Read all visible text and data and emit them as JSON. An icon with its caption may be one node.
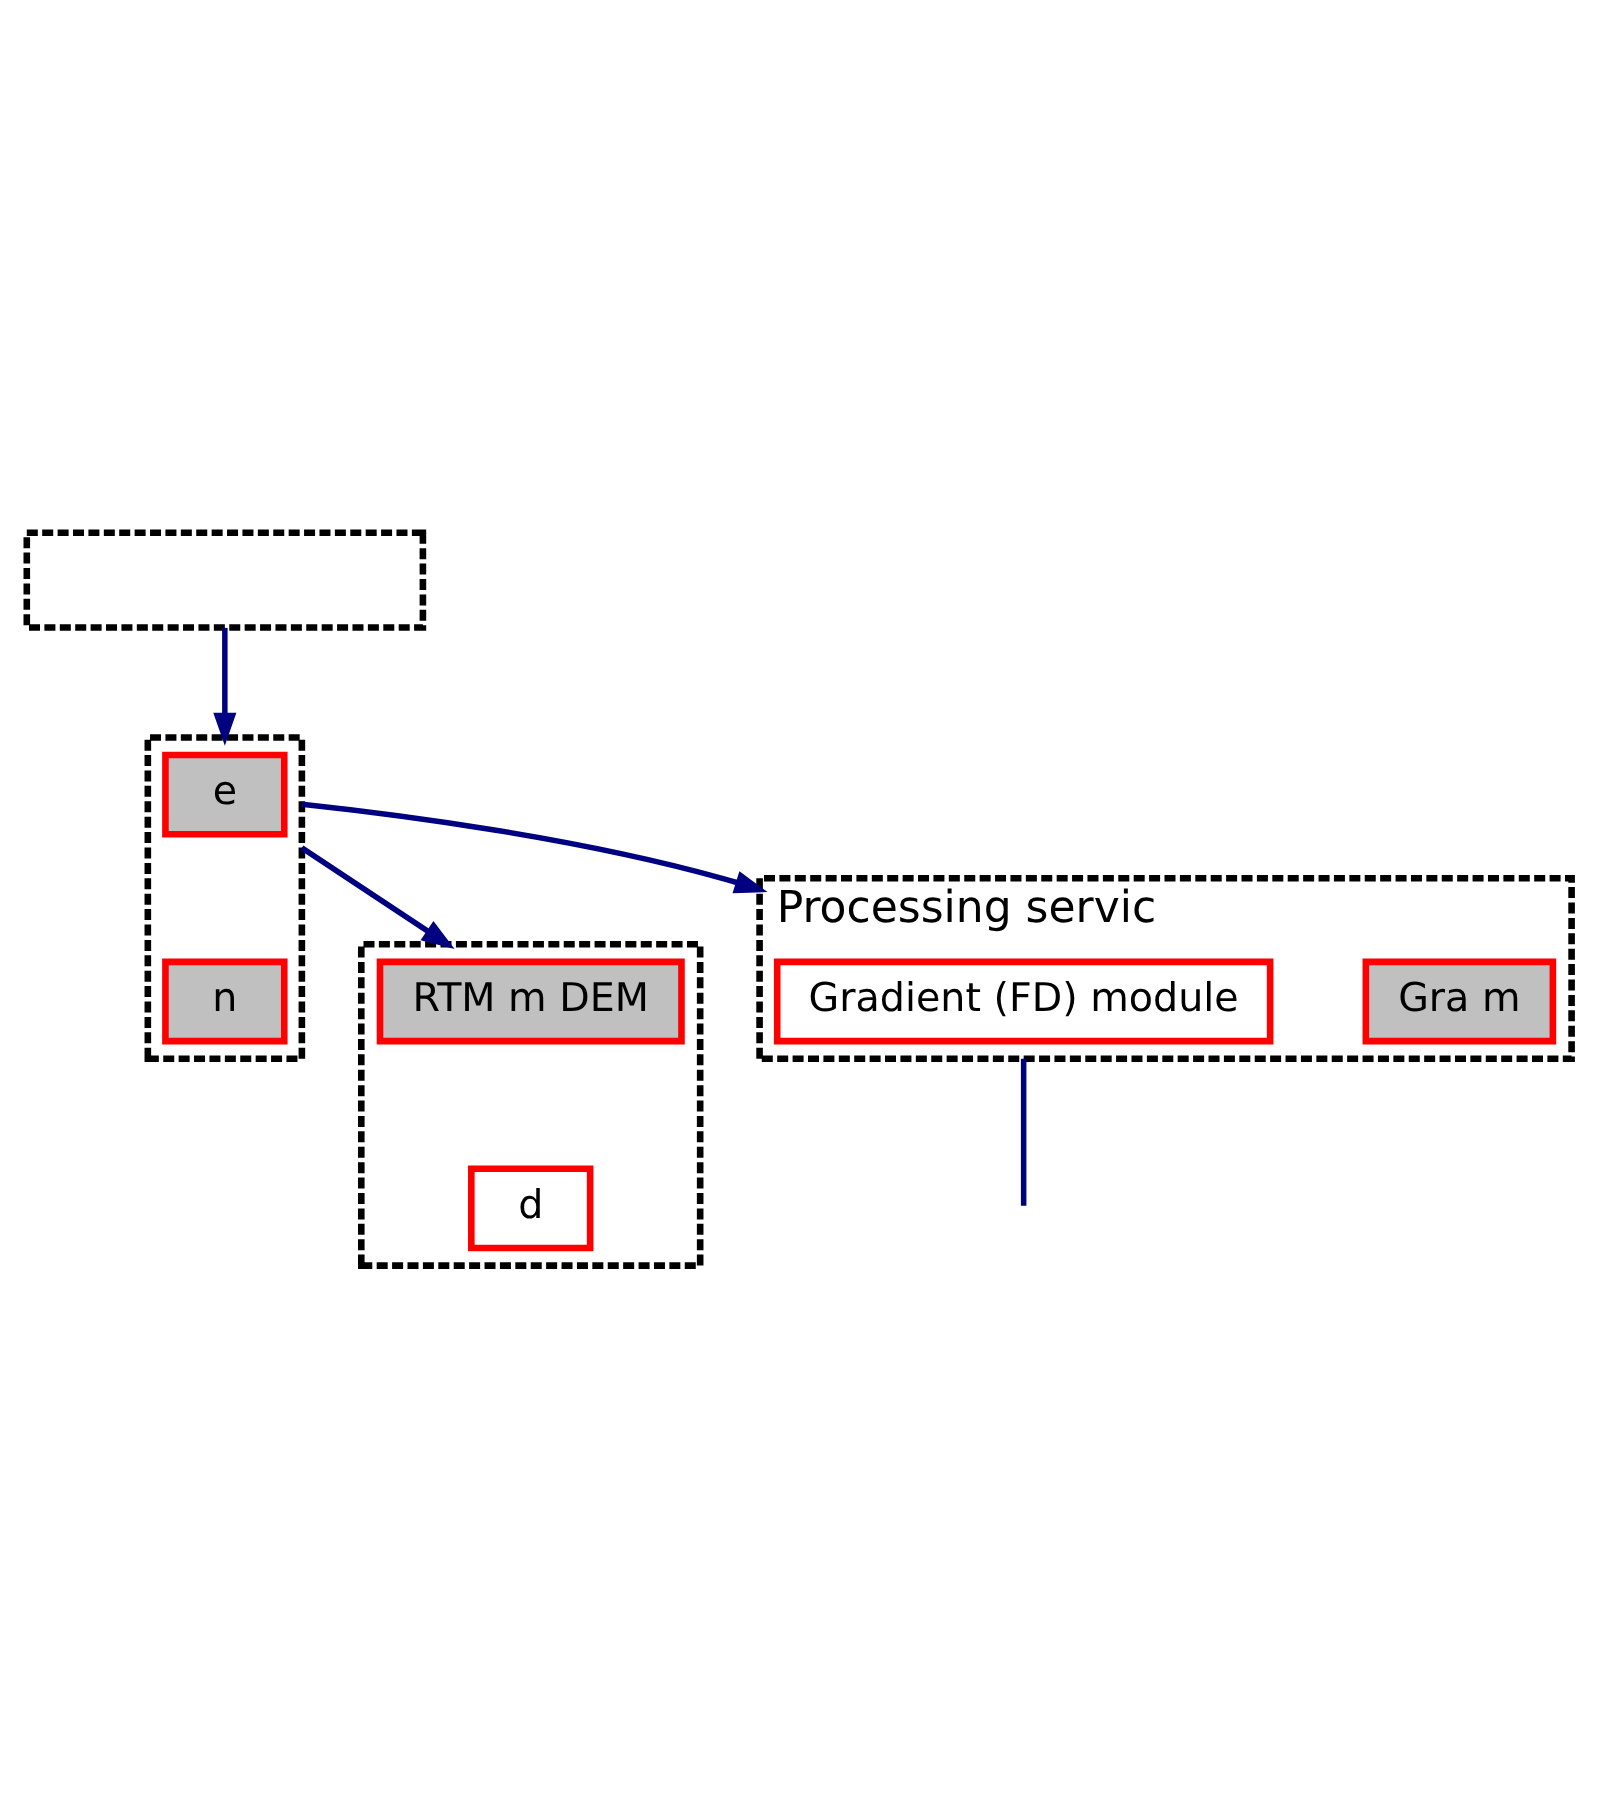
{
  "diagram": {
    "nodes": [
      {
        "text": [],
        "shape": "box"
      },
      {
        "text": [],
        "shape": "box"
      },
      {
        "text": [
          "e"
        ],
        "in": 1
      },
      {
        "text": [
          "n"
        ],
        "in": 1
      },
      {
        "text": [],
        "shape": "box"
      },
      {
        "text": [
          "RTM m DEM"
        ],
        "in": 4
      },
      {
        "text": [
          "d"
        ],
        "in": 4
      },
      {
        "text": [
          "Processing servic"
        ]
      },
      {
        "text": [
          "Gradient (FD) module"
        ],
        "in": 7
      },
      {
        "text": [
          "Gra m"
        ],
        "in": 7
      }
    ],
    "edges": [
      {
        "from": 0,
        "to": 1,
        "arrow": "to"
      },
      {
        "from": 1,
        "to": 4,
        "arrow": "to"
      },
      {
        "from": 1,
        "to": 7,
        "arrow": "to"
      },
      {
        "from": 7,
        "to": null,
        "arrow": "none"
      }
    ]
  }
}
